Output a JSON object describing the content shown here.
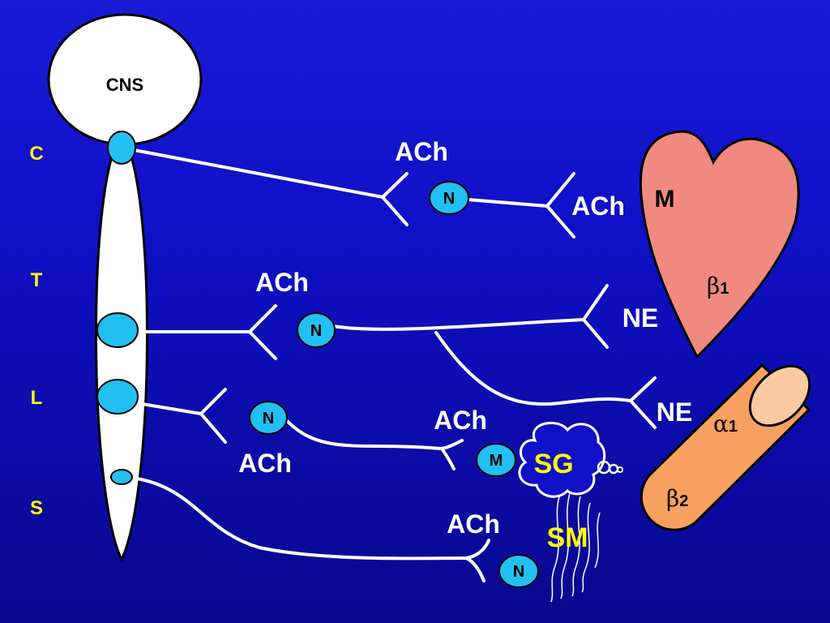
{
  "cns": {
    "label": "CNS"
  },
  "spinal_levels": {
    "c": "C",
    "t": "T",
    "l": "L",
    "s": "S"
  },
  "nodes": {
    "n": "N",
    "m": "M"
  },
  "neurotransmitters": {
    "ach": "ACh",
    "ne": "NE"
  },
  "heart": {
    "receptor_m": "M",
    "receptor_beta": "β",
    "receptor_beta_sub": "1"
  },
  "vessel": {
    "receptor_alpha": "α",
    "receptor_alpha_sub": "1",
    "receptor_beta": "β",
    "receptor_beta_sub": "2"
  },
  "organs": {
    "sweat_gland": "SG",
    "smooth_muscle": "SM"
  },
  "colors": {
    "background": "#1010c8",
    "ganglion": "#22c0f0",
    "heart": "#f08a80",
    "vessel": "#f8a060",
    "vessel_end": "#fccaa0",
    "level_text": "#ffff00"
  }
}
